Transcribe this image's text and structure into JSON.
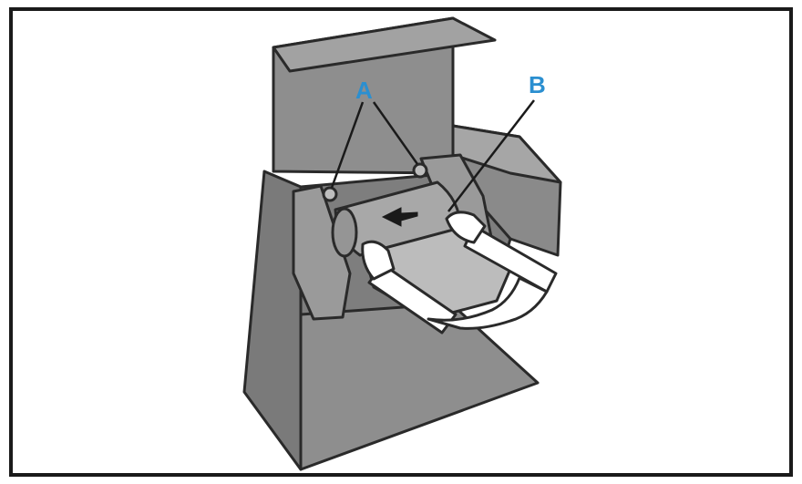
{
  "figure": {
    "callouts": [
      {
        "id": "A",
        "label": "A",
        "points_to": "roller-mount-pins"
      },
      {
        "id": "B",
        "label": "B",
        "points_to": "paper-roll"
      }
    ],
    "motion_indicator": "arrow-left-icon",
    "colors": {
      "callout": "#2b8fd0",
      "panel": "#8e8e8e",
      "panel_dark": "#6e6e6e",
      "panel_light": "#aaaaaa",
      "outline": "#2a2a2a",
      "background": "#ffffff"
    }
  }
}
